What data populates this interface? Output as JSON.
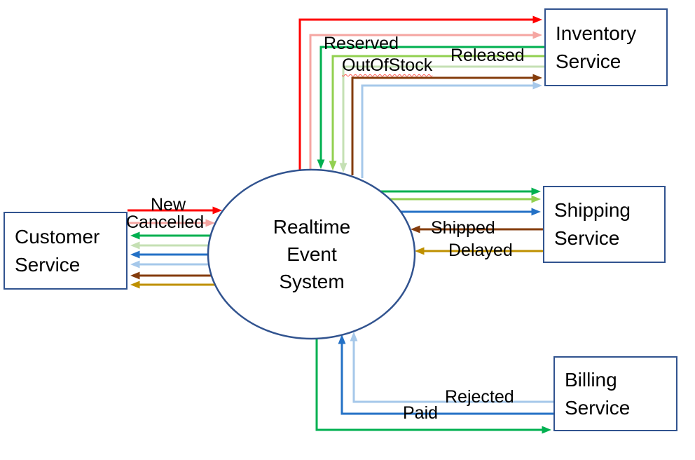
{
  "diagram": {
    "system": {
      "line1": "Realtime",
      "line2": "Event",
      "line3": "System"
    },
    "nodes": {
      "customer": {
        "line1": "Customer",
        "line2": "Service"
      },
      "inventory": {
        "line1": "Inventory",
        "line2": "Service"
      },
      "shipping": {
        "line1": "Shipping",
        "line2": "Service"
      },
      "billing": {
        "line1": "Billing",
        "line2": "Service"
      }
    },
    "labels": {
      "new": "New",
      "cancelled": "Cancelled",
      "reserved": "Reserved",
      "released": "Released",
      "outofstock": "OutOfStock",
      "shipped": "Shipped",
      "delayed": "Delayed",
      "rejected": "Rejected",
      "paid": "Paid"
    },
    "colors": {
      "red": "#FF0000",
      "pink": "#F5A6A2",
      "green": "#00B050",
      "medgreen": "#92D050",
      "palegreen": "#C5E0B4",
      "blue": "#2471C6",
      "lightblue": "#A6C8EA",
      "brown": "#843C0C",
      "gold": "#BF9000",
      "border": "#31538F",
      "text": "#000000"
    },
    "edges": [
      {
        "from": "Customer Service",
        "to": "Realtime Event System",
        "label": "New",
        "color": "red"
      },
      {
        "from": "Customer Service",
        "to": "Realtime Event System",
        "label": "Cancelled",
        "color": "pink"
      },
      {
        "from": "Realtime Event System",
        "to": "Customer Service",
        "label": "",
        "color": "green"
      },
      {
        "from": "Realtime Event System",
        "to": "Customer Service",
        "label": "",
        "color": "palegreen"
      },
      {
        "from": "Realtime Event System",
        "to": "Customer Service",
        "label": "",
        "color": "blue"
      },
      {
        "from": "Realtime Event System",
        "to": "Customer Service",
        "label": "",
        "color": "lightblue"
      },
      {
        "from": "Realtime Event System",
        "to": "Customer Service",
        "label": "",
        "color": "brown"
      },
      {
        "from": "Realtime Event System",
        "to": "Customer Service",
        "label": "",
        "color": "gold"
      },
      {
        "from": "Realtime Event System",
        "to": "Inventory Service",
        "label": "",
        "color": "red"
      },
      {
        "from": "Realtime Event System",
        "to": "Inventory Service",
        "label": "",
        "color": "pink"
      },
      {
        "from": "Inventory Service",
        "to": "Realtime Event System",
        "label": "Reserved",
        "color": "green"
      },
      {
        "from": "Inventory Service",
        "to": "Realtime Event System",
        "label": "Released",
        "color": "medgreen"
      },
      {
        "from": "Inventory Service",
        "to": "Realtime Event System",
        "label": "OutOfStock",
        "color": "palegreen"
      },
      {
        "from": "Realtime Event System",
        "to": "Inventory Service",
        "label": "",
        "color": "brown"
      },
      {
        "from": "Realtime Event System",
        "to": "Inventory Service",
        "label": "",
        "color": "lightblue"
      },
      {
        "from": "Realtime Event System",
        "to": "Shipping Service",
        "label": "",
        "color": "green"
      },
      {
        "from": "Realtime Event System",
        "to": "Shipping Service",
        "label": "",
        "color": "medgreen"
      },
      {
        "from": "Realtime Event System",
        "to": "Shipping Service",
        "label": "",
        "color": "blue"
      },
      {
        "from": "Shipping Service",
        "to": "Realtime Event System",
        "label": "Shipped",
        "color": "brown"
      },
      {
        "from": "Shipping Service",
        "to": "Realtime Event System",
        "label": "Delayed",
        "color": "gold"
      },
      {
        "from": "Realtime Event System",
        "to": "Billing Service",
        "label": "",
        "color": "green"
      },
      {
        "from": "Billing Service",
        "to": "Realtime Event System",
        "label": "Paid",
        "color": "blue"
      },
      {
        "from": "Billing Service",
        "to": "Realtime Event System",
        "label": "Rejected",
        "color": "lightblue"
      }
    ]
  }
}
